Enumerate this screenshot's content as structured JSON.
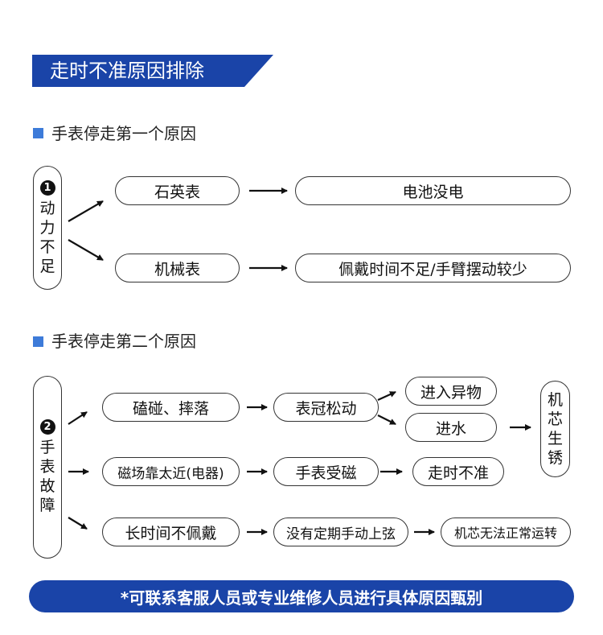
{
  "title": "走时不准原因排除",
  "section1": {
    "heading": "手表停走第一个原因",
    "cause": {
      "number": "1",
      "chars": [
        "动",
        "力",
        "不",
        "足"
      ]
    },
    "rows": [
      {
        "type": "石英表",
        "result": "电池没电"
      },
      {
        "type": "机械表",
        "result": "佩戴时间不足/手臂摆动较少"
      }
    ]
  },
  "section2": {
    "heading": "手表停走第二个原因",
    "cause": {
      "number": "2",
      "chars": [
        "手",
        "表",
        "故",
        "障"
      ]
    },
    "row1": {
      "cause": "磕碰、摔落",
      "effect": "表冠松动",
      "outcome_a": "进入异物",
      "outcome_b": "进水"
    },
    "final": {
      "chars": [
        "机",
        "芯",
        "生",
        "锈"
      ]
    },
    "row2": {
      "cause": "磁场靠太近(电器)",
      "effect": "手表受磁",
      "outcome": "走时不准"
    },
    "row3": {
      "cause": "长时间不佩戴",
      "effect": "没有定期手动上弦",
      "outcome": "机芯无法正常运转"
    }
  },
  "footer_note": "*可联系客服人员或专业维修人员进行具体原因甄别",
  "colors": {
    "brand_blue": "#1a44a8",
    "accent_square": "#3d7bd9"
  }
}
